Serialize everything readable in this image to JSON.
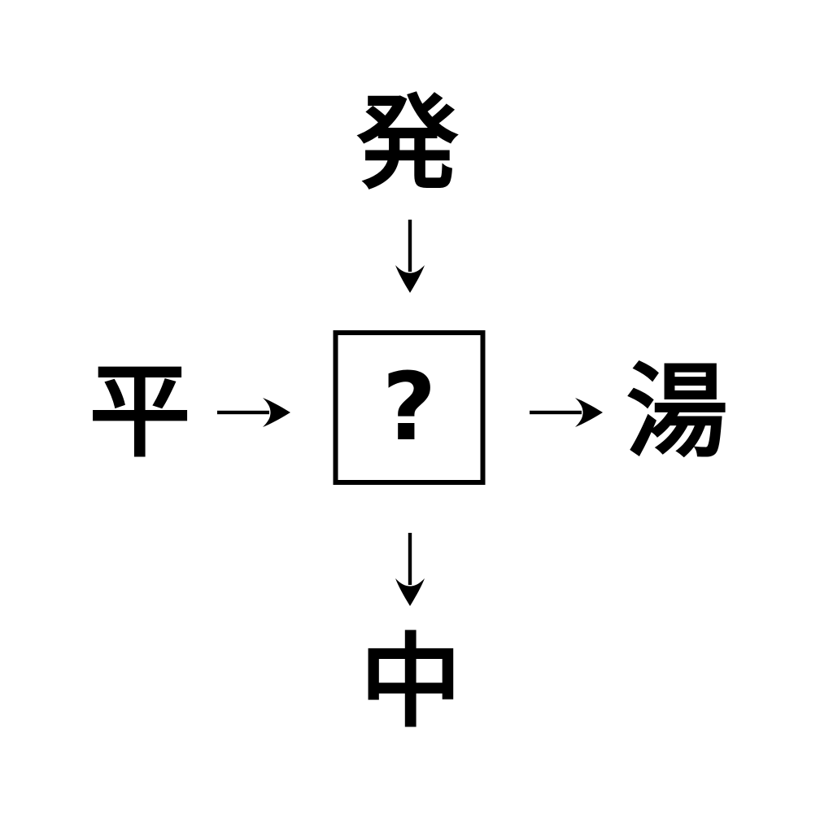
{
  "puzzle": {
    "description": "kanji-fill-in-the-blank puzzle",
    "top_kanji": "発",
    "left_kanji": "平",
    "right_kanji": "湯",
    "bottom_kanji": "中",
    "center_placeholder": "?",
    "arrows": [
      {
        "name": "arrow-top-to-center",
        "direction": "down"
      },
      {
        "name": "arrow-left-to-center",
        "direction": "right"
      },
      {
        "name": "arrow-center-to-right",
        "direction": "right"
      },
      {
        "name": "arrow-center-to-bottom",
        "direction": "down"
      }
    ],
    "colors": {
      "foreground": "#000000",
      "background": "#ffffff"
    }
  }
}
